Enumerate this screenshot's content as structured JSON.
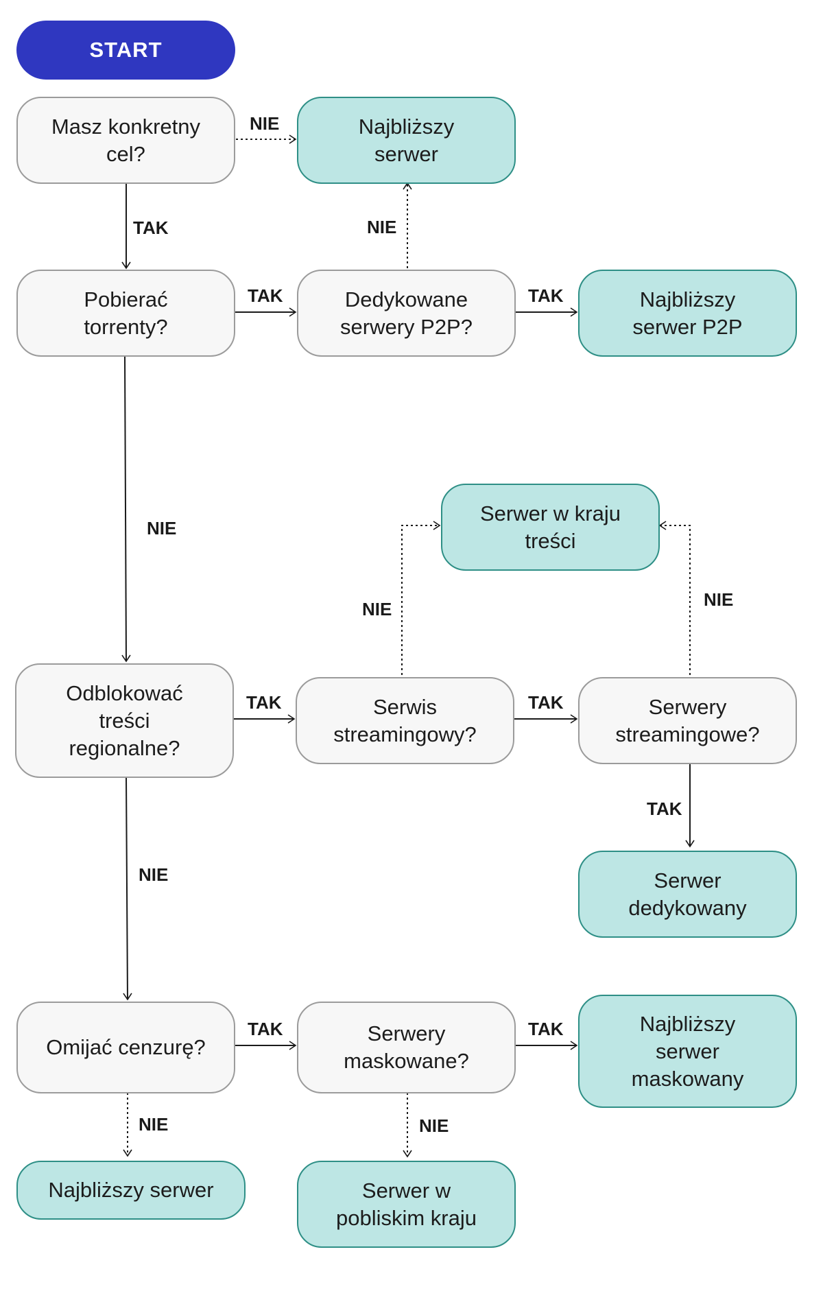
{
  "colors": {
    "start_fill": "#2f37c0",
    "question_fill": "#f7f7f7",
    "question_border": "#9b9b9b",
    "result_fill": "#bde6e4",
    "result_border": "#2e8f86",
    "edge": "#1a1a1a"
  },
  "nodes": {
    "start": "START",
    "q_target": "Masz konkretny\ncel?",
    "r_nearest_top": "Najbliższy\nserwer",
    "q_torrents": "Pobierać\ntorrenty?",
    "q_p2p": "Dedykowane\nserwery P2P?",
    "r_p2p": "Najbliższy\nserwer P2P",
    "r_content_country": "Serwer w kraju\ntreści",
    "q_unblock": "Odblokować\ntreści\nregionalne?",
    "q_streaming_service": "Serwis\nstreamingowy?",
    "q_streaming_servers": "Serwery\nstreamingowe?",
    "r_dedicated": "Serwer\ndedykowany",
    "q_censorship": "Omijać cenzurę?",
    "q_obfuscated": "Serwery\nmaskowane?",
    "r_obfuscated": "Najbliższy\nserwer\nmaskowany",
    "r_nearest_bottom": "Najbliższy serwer",
    "r_nearby_country": "Serwer w\npobliskim kraju"
  },
  "edges": {
    "target_no": "NIE",
    "target_yes": "TAK",
    "p2p_no": "NIE",
    "torrents_yes": "TAK",
    "p2p_yes": "TAK",
    "torrents_no": "NIE",
    "service_no": "NIE",
    "servers_no": "NIE",
    "unblock_yes": "TAK",
    "service_yes": "TAK",
    "servers_yes": "TAK",
    "unblock_no": "NIE",
    "censor_yes": "TAK",
    "obf_yes": "TAK",
    "censor_no": "NIE",
    "obf_no": "NIE"
  }
}
